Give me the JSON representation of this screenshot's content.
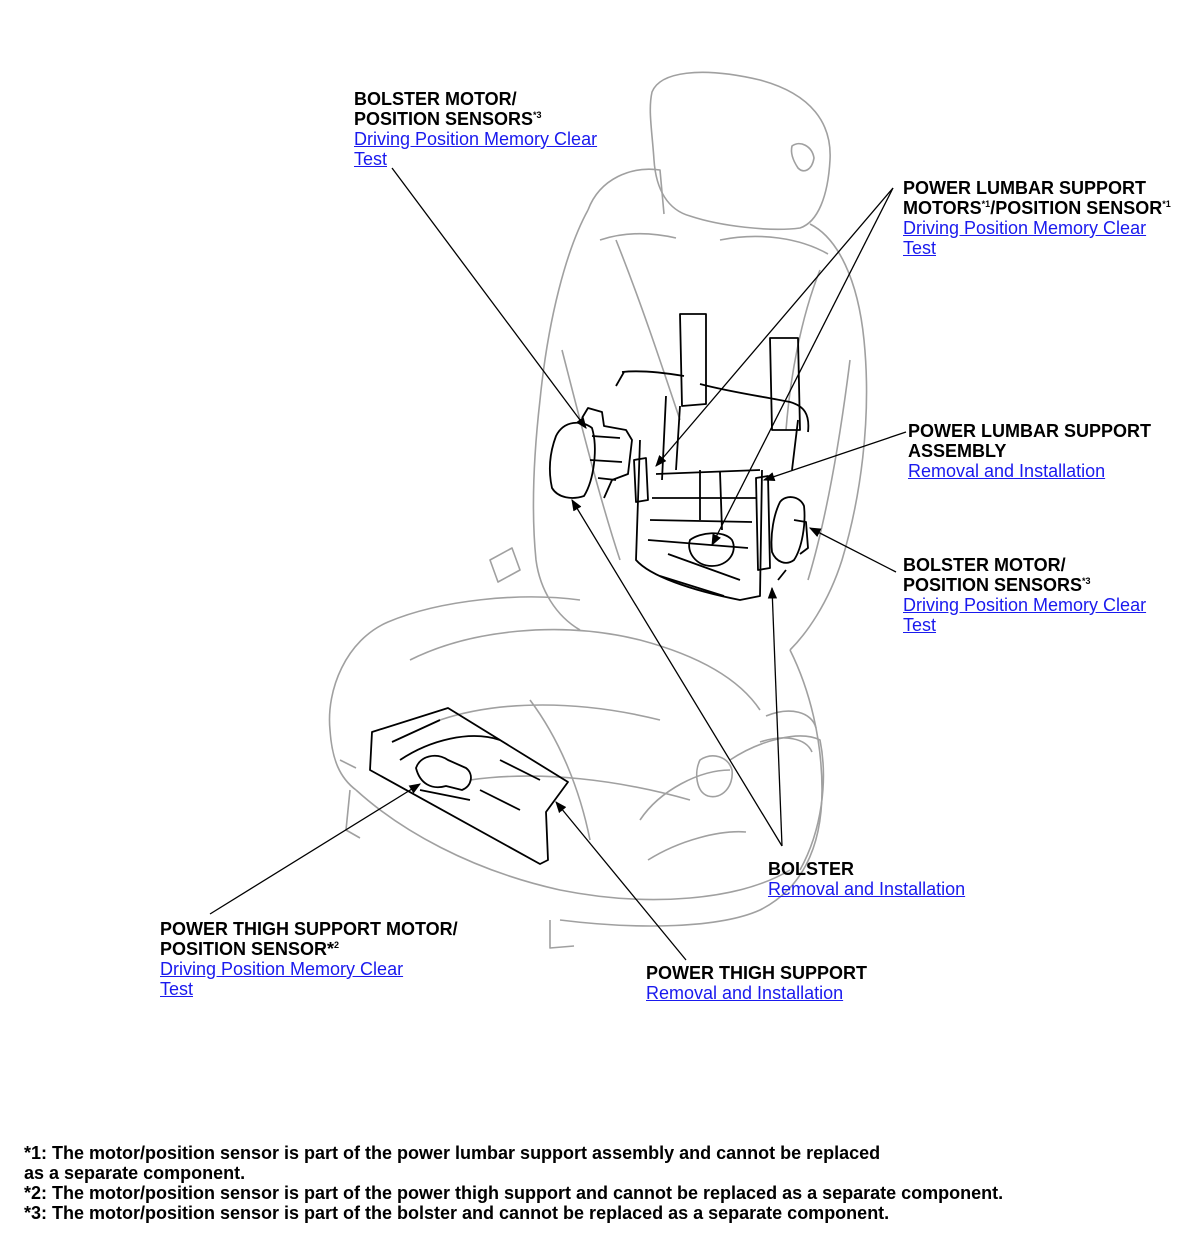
{
  "callouts": {
    "bolster_motor_upper": {
      "title_line1": "BOLSTER MOTOR/",
      "title_line2": "POSITION SENSORS",
      "sup": "*3",
      "link_line1": "Driving Position Memory Clear",
      "link_line2": "Test"
    },
    "lumbar_motors": {
      "title_line1": "POWER LUMBAR SUPPORT",
      "title_line2a": "MOTORS",
      "sup_a": "*1",
      "title_line2b": "/POSITION SENSOR",
      "sup_b": "*1",
      "link_line1": "Driving Position Memory Clear",
      "link_line2": "Test"
    },
    "lumbar_assembly": {
      "title_line1": "POWER LUMBAR SUPPORT",
      "title_line2": "ASSEMBLY",
      "link": "Removal and Installation"
    },
    "bolster_motor_lower": {
      "title_line1": "BOLSTER MOTOR/",
      "title_line2": "POSITION SENSORS",
      "sup": "*3",
      "link_line1": "Driving Position Memory Clear",
      "link_line2": "Test"
    },
    "bolster": {
      "title": "BOLSTER",
      "link": "Removal and Installation"
    },
    "thigh_motor": {
      "title_line1": "POWER THIGH SUPPORT MOTOR/",
      "title_line2": "POSITION SENSOR*",
      "sup": "2",
      "link_line1": "Driving Position Memory Clear",
      "link_line2": "Test"
    },
    "thigh_support": {
      "title": "POWER THIGH SUPPORT",
      "link": "Removal and Installation"
    }
  },
  "notes": {
    "n1_line1": "*1: The motor/position sensor is part of the power lumbar support assembly and cannot be replaced",
    "n1_line2": "as a separate component.",
    "n2": "*2: The motor/position sensor is part of the power thigh support and cannot be replaced as a separate component.",
    "n3": "*3: The motor/position sensor is part of the bolster and cannot be replaced as a separate component."
  },
  "colors": {
    "link": "#1a1aee",
    "seat_outline": "#9a9a9a",
    "part_outline": "#000000"
  }
}
